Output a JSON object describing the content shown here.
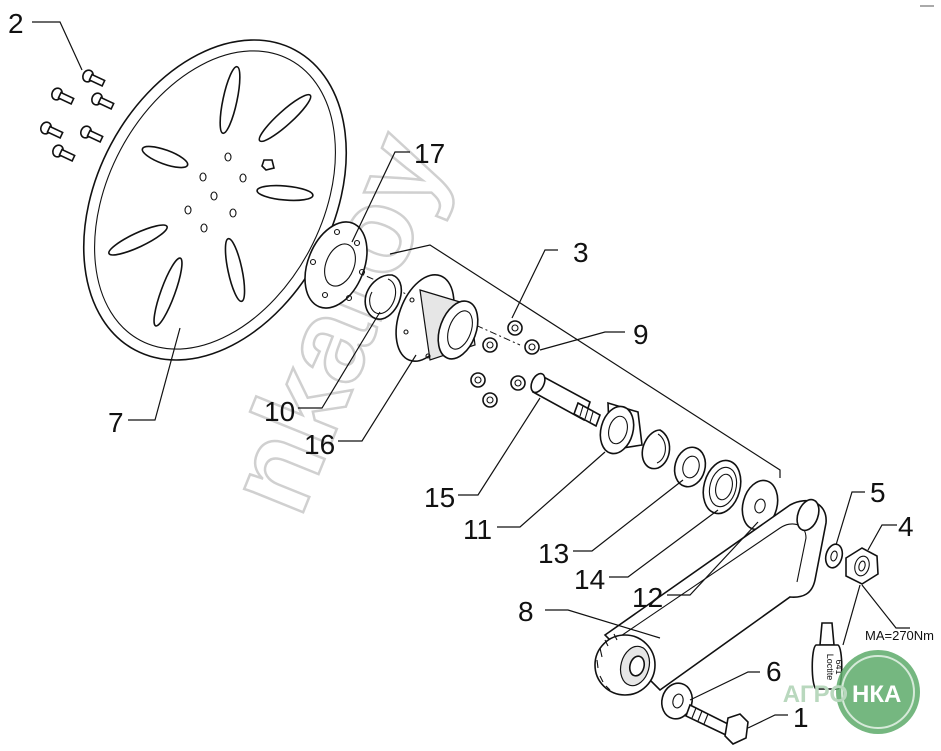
{
  "diagram": {
    "callouts": {
      "p1": "1",
      "p2": "2",
      "p3": "3",
      "p4": "4",
      "p5": "5",
      "p6": "6",
      "p7": "7",
      "p8": "8",
      "p9": "9",
      "p10": "10",
      "p11": "11",
      "p12": "12",
      "p13": "13",
      "p14": "14",
      "p15": "15",
      "p16": "16",
      "p17": "17"
    },
    "torque_note": "MA=270Nm",
    "adhesive_label_line1": "Loctite",
    "adhesive_label_line2": "641",
    "watermark": "nkaroy",
    "logo": {
      "left": "АГРО",
      "right": "НКА",
      "color": "#5daa6a"
    }
  }
}
